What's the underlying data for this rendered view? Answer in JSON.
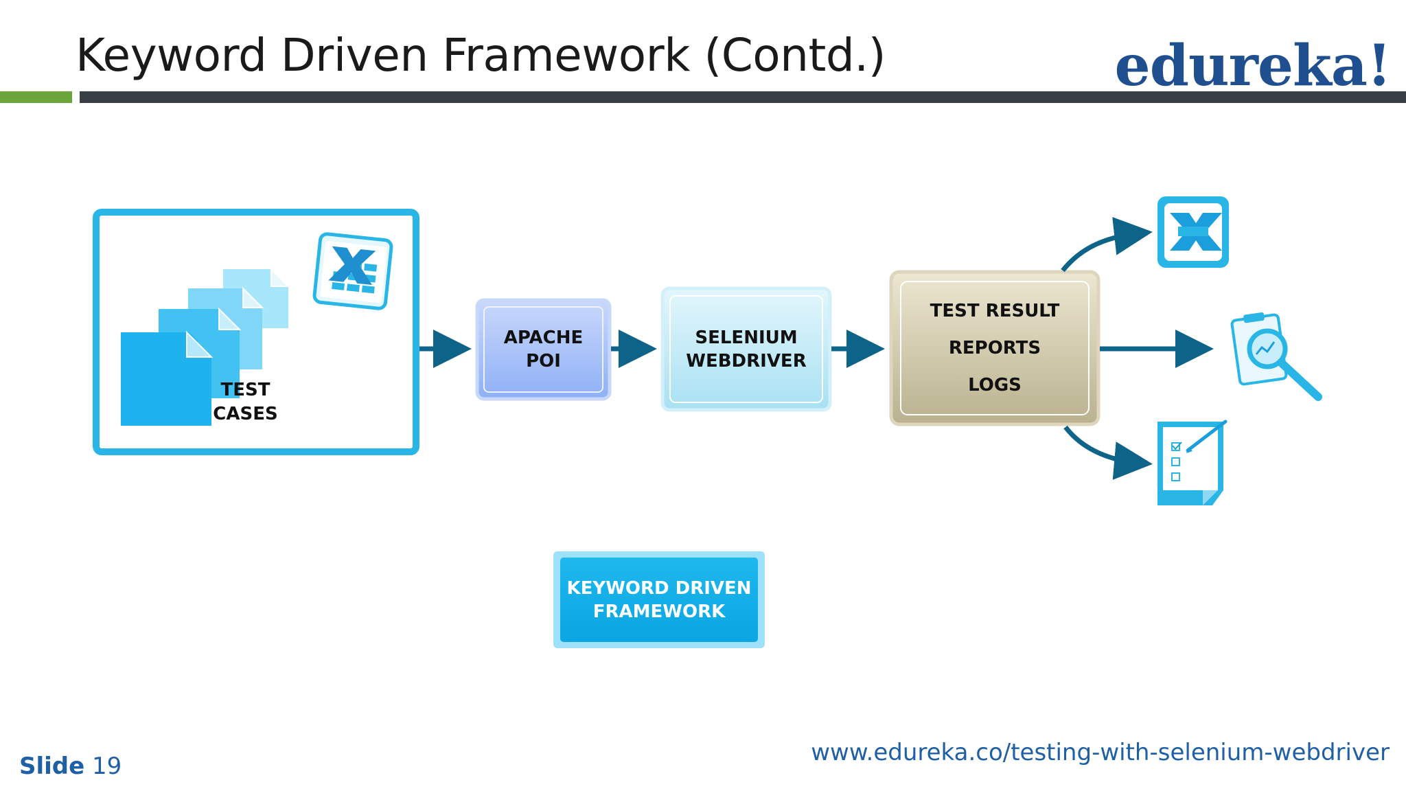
{
  "header": {
    "title": "Keyword Driven Framework (Contd.)",
    "logo_text": "edureka!"
  },
  "diagram": {
    "input_box": {
      "line1": "TEST",
      "line2": "CASES"
    },
    "apache_poi": {
      "line1": "APACHE",
      "line2": "POI"
    },
    "selenium": {
      "line1": "SELENIUM",
      "line2": "WEBDRIVER"
    },
    "outputs_box": {
      "line1": "TEST RESULT",
      "line2": "REPORTS",
      "line3": "LOGS"
    },
    "framework_label": {
      "line1": "KEYWORD DRIVEN",
      "line2": "FRAMEWORK"
    },
    "icons": [
      "excel-icon",
      "report-magnifier-icon",
      "checklist-icon",
      "documents-icon"
    ]
  },
  "footer": {
    "slide_label": "Slide",
    "slide_number": "19",
    "url": "www.edureka.co/testing-with-selenium-webdriver"
  },
  "colors": {
    "accent_green": "#6ba539",
    "dark_rule": "#3a3f45",
    "brand_blue": "#1f4f8f",
    "cyan": "#29b6e6",
    "arrow": "#0e6389"
  }
}
